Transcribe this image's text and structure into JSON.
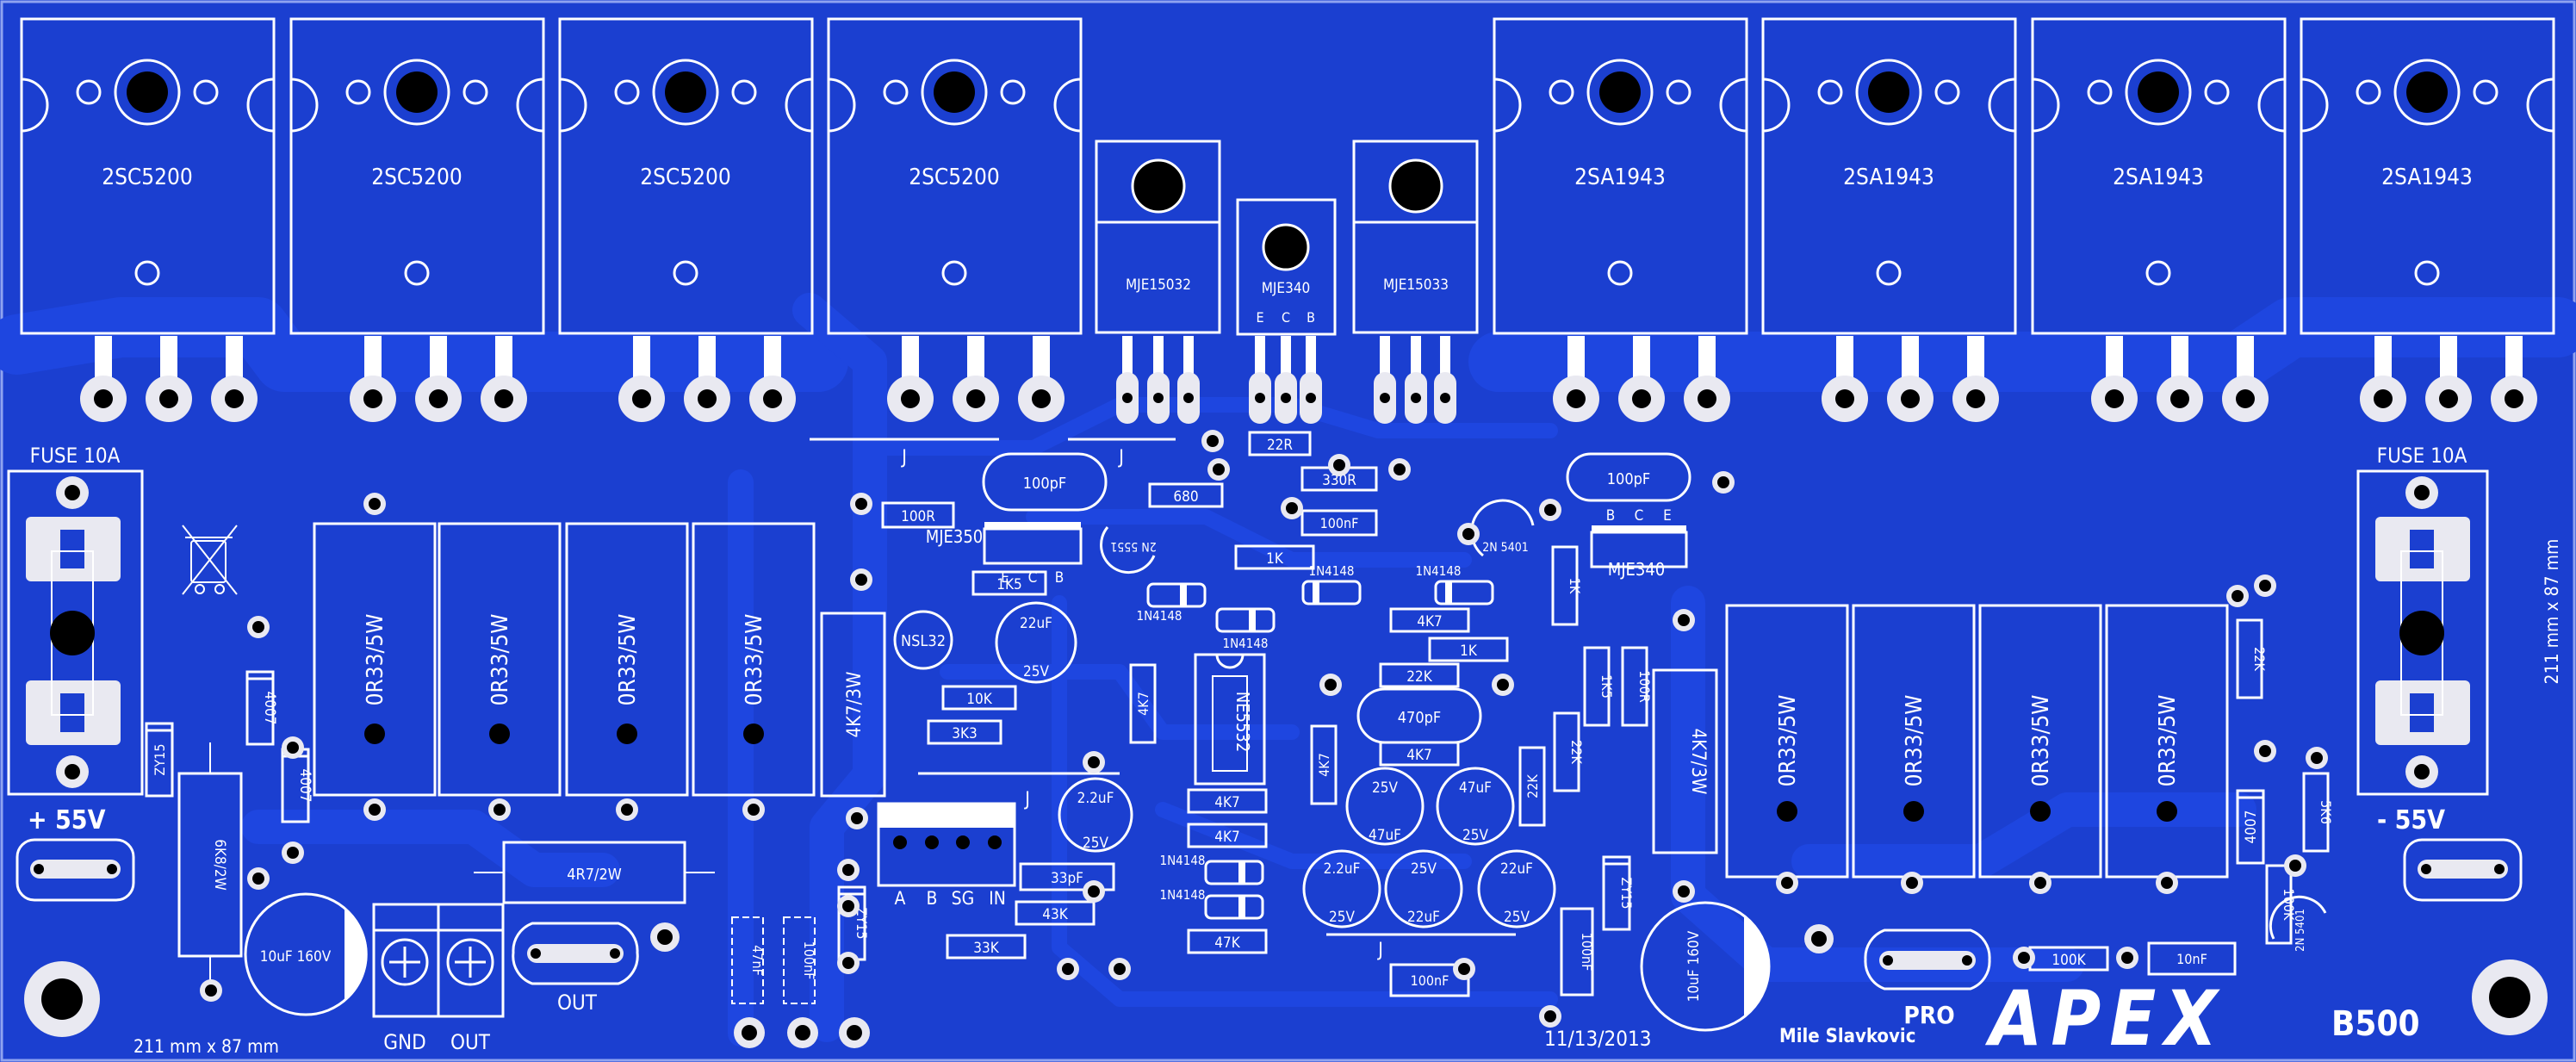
{
  "colors": {
    "board": "#1b3fd0",
    "copper": "#1e46e0",
    "silkscreen": "#ffffff",
    "pad": "#e9e9f1",
    "hole": "#000000"
  },
  "board": {
    "dimensions_label": "211 mm x 87 mm",
    "date": "11/13/2013",
    "author": "Mile Slavkovic",
    "logo_text": "APEX",
    "model": "B500",
    "pro_label": "PRO"
  },
  "power": {
    "fuse_left_label": "FUSE 10A",
    "fuse_right_label": "FUSE 10A",
    "supply_positive": "+ 55V",
    "supply_negative": "- 55V"
  },
  "output_transistors_npn": [
    "2SC5200",
    "2SC5200",
    "2SC5200",
    "2SC5200"
  ],
  "output_transistors_pnp": [
    "2SA1943",
    "2SA1943",
    "2SA1943",
    "2SA1943"
  ],
  "drivers": {
    "left": "MJE15032",
    "center": "MJE340",
    "right": "MJE15033",
    "center_pins": [
      "E",
      "C",
      "B"
    ]
  },
  "emitter_resistors": {
    "value": "0R33/5W",
    "count_left": 4,
    "count_right": 4
  },
  "power_resistors": {
    "r_4k7_3w": "4K7/3W",
    "r_4r7_2w": "4R7/2W",
    "r_6k8_2w": "6K8/2W"
  },
  "caps_bulk": {
    "c10uF_160V": "10uF 160V"
  },
  "small_transistors": {
    "mje350": "MJE350",
    "mje350_pins": [
      "E",
      "C",
      "B"
    ],
    "mje340b": "MJE340",
    "mje340b_pins": [
      "B",
      "C",
      "E"
    ],
    "t5551": "2N 5551",
    "t5401": "2N 5401",
    "nsl32": "NSL32"
  },
  "ic": "NE5532",
  "connectors": {
    "input_pins": [
      "A",
      "B",
      "SG",
      "IN"
    ],
    "speaker_labels": [
      "GND",
      "OUT"
    ],
    "out_label": "OUT"
  },
  "parts": {
    "r100R": "100R",
    "r1k5": "1K5",
    "r10k": "10K",
    "r3k3": "3K3",
    "r680": "680",
    "r22R": "22R",
    "r330R": "330R",
    "r1K": "1K",
    "r4K7": "4K7",
    "r22K": "22K",
    "r43K": "43K",
    "r33K": "33K",
    "r47K": "47K",
    "r100K": "100K",
    "r5k6": "5K6",
    "d1N4148": "1N4148",
    "d4007": "4007",
    "zener": "ZY15",
    "c100pF": "100pF",
    "c100nF": "100nF",
    "c10nF": "10nF",
    "c47nF": "47nF",
    "c470pF": "470pF",
    "c33pF": "33pF",
    "c22uF": "22uF",
    "c47uF": "47uF",
    "c2u2": "2.2uF",
    "v25": "25V",
    "c25V_22uF": "25V",
    "jumper": "J"
  }
}
